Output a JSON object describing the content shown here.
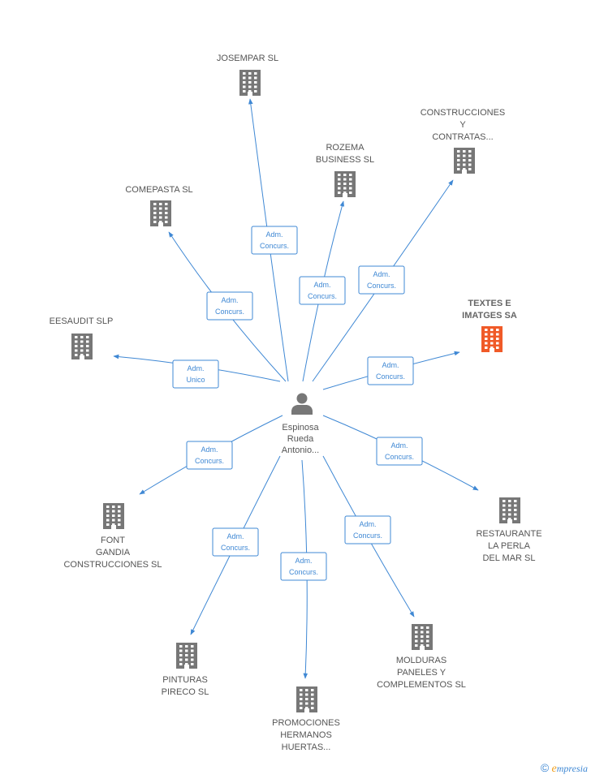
{
  "center": {
    "name_lines": [
      "Espinosa",
      "Rueda",
      "Antonio..."
    ]
  },
  "nodes": [
    {
      "id": "josempar",
      "lines": [
        "JOSEMPAR SL"
      ],
      "highlight": false,
      "edge": {
        "lines": [
          "Adm.",
          "Concurs."
        ]
      }
    },
    {
      "id": "construcciones",
      "lines": [
        "CONSTRUCCIONES",
        "Y",
        "CONTRATAS..."
      ],
      "highlight": false,
      "edge": {
        "lines": [
          "Adm.",
          "Concurs."
        ]
      }
    },
    {
      "id": "rozema",
      "lines": [
        "ROZEMA",
        "BUSINESS SL"
      ],
      "highlight": false,
      "edge": {
        "lines": [
          "Adm.",
          "Concurs."
        ]
      }
    },
    {
      "id": "comepasta",
      "lines": [
        "COMEPASTA SL"
      ],
      "highlight": false,
      "edge": {
        "lines": [
          "Adm.",
          "Concurs."
        ]
      }
    },
    {
      "id": "textes",
      "lines": [
        "TEXTES E",
        "IMATGES SA"
      ],
      "highlight": true,
      "edge": {
        "lines": [
          "Adm.",
          "Concurs."
        ]
      }
    },
    {
      "id": "eesaudit",
      "lines": [
        "EESAUDIT SLP"
      ],
      "highlight": false,
      "edge": {
        "lines": [
          "Adm.",
          "Unico"
        ]
      }
    },
    {
      "id": "font",
      "lines": [
        "FONT",
        "GANDIA",
        "CONSTRUCCIONES SL"
      ],
      "highlight": false,
      "edge": {
        "lines": [
          "Adm.",
          "Concurs."
        ]
      }
    },
    {
      "id": "restaurante",
      "lines": [
        "RESTAURANTE",
        "LA PERLA",
        "DEL MAR SL"
      ],
      "highlight": false,
      "edge": {
        "lines": [
          "Adm.",
          "Concurs."
        ]
      }
    },
    {
      "id": "pinturas",
      "lines": [
        "PINTURAS",
        "PIRECO SL"
      ],
      "highlight": false,
      "edge": {
        "lines": [
          "Adm.",
          "Concurs."
        ]
      }
    },
    {
      "id": "promociones",
      "lines": [
        "PROMOCIONES",
        "HERMANOS",
        "HUERTAS..."
      ],
      "highlight": false,
      "edge": {
        "lines": [
          "Adm.",
          "Concurs."
        ]
      }
    },
    {
      "id": "molduras",
      "lines": [
        "MOLDURAS",
        "PANELES Y",
        "COMPLEMENTOS SL"
      ],
      "highlight": false,
      "edge": {
        "lines": [
          "Adm.",
          "Concurs."
        ]
      }
    }
  ],
  "footer": {
    "copyright": "©",
    "brand_initial": "e",
    "brand_rest": "mpresia"
  },
  "colors": {
    "edge": "#3f88d4",
    "node": "#777777",
    "highlight": "#f05a28"
  }
}
